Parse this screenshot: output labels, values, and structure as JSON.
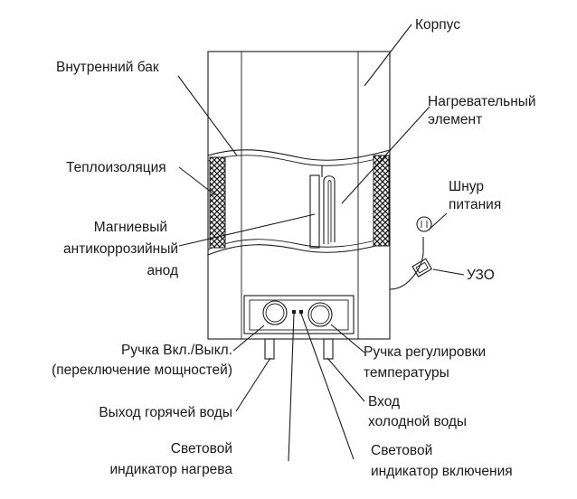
{
  "labels": {
    "body": "Корпус",
    "inner_tank": "Внутренний бак",
    "heating_element_1": "Нагревательный",
    "heating_element_2": "элемент",
    "insulation": "Теплоизоляция",
    "power_cord_1": "Шнур",
    "power_cord_2": "питания",
    "anode_1": "Магниевый",
    "anode_2": "антикоррозийный",
    "anode_3": "анод",
    "rcd": "УЗО",
    "power_knob_1": "Ручка Вкл./Выкл.",
    "power_knob_2": "(переключение мощностей)",
    "temp_knob_1": "Ручка регулировки",
    "temp_knob_2": "температуры",
    "hot_water_outlet": "Выход горячей воды",
    "cold_water_inlet_1": "Вход",
    "cold_water_inlet_2": "холодной воды",
    "heating_indicator_1": "Световой",
    "heating_indicator_2": "индикатор нагрева",
    "power_indicator_1": "Световой",
    "power_indicator_2": "индикатор включения"
  },
  "colors": {
    "line": "#1a1a1a",
    "background": "#ffffff",
    "insulation_fill": "#2b2b2b"
  }
}
